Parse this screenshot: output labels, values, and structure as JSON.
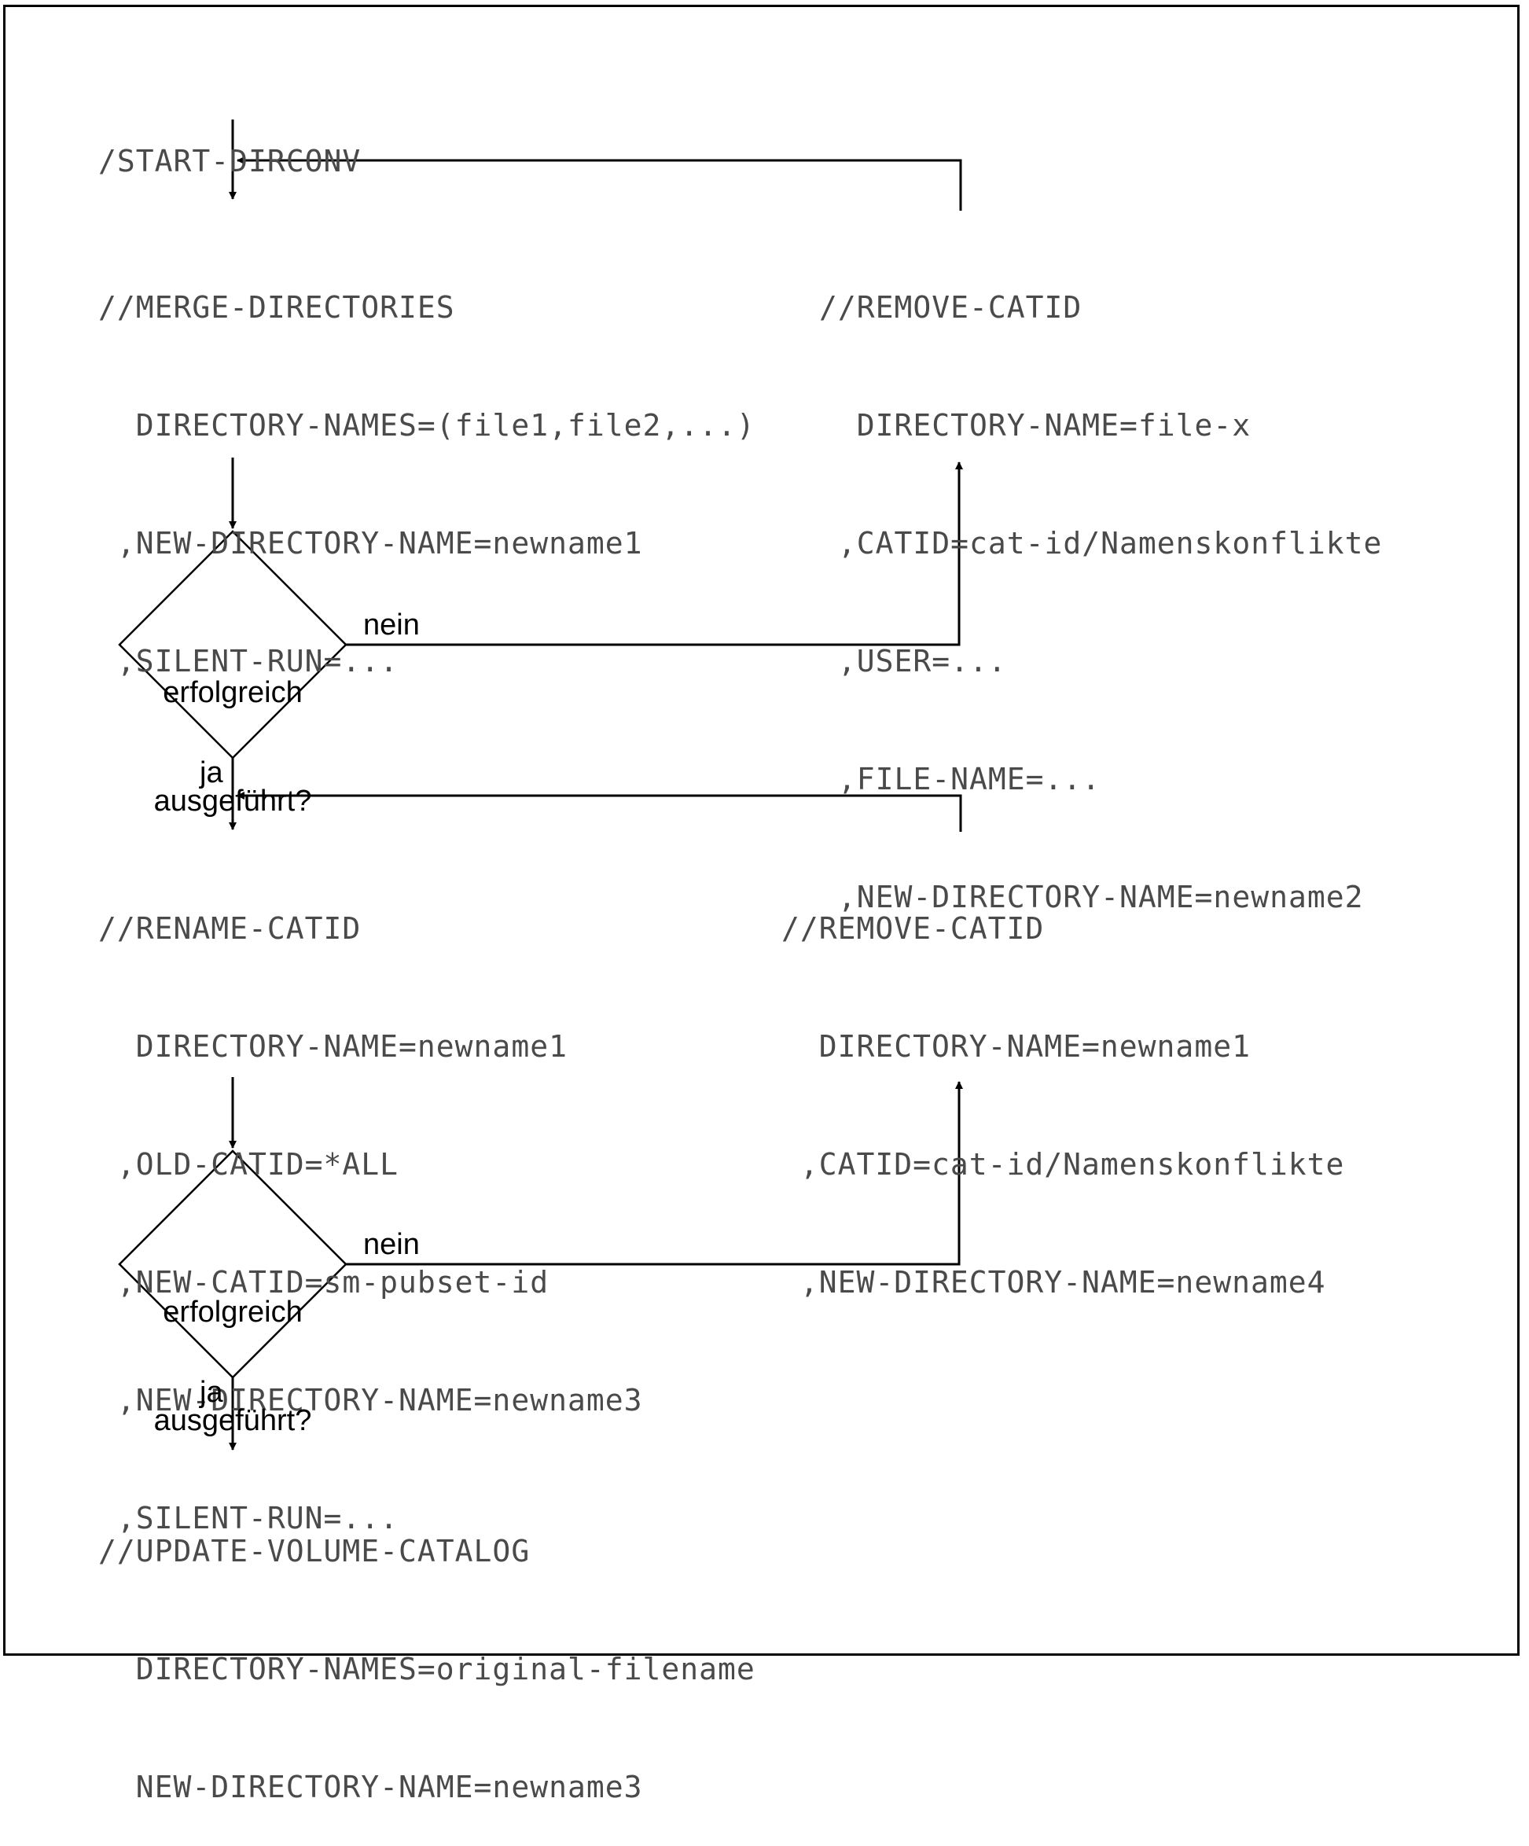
{
  "start": [
    "/START-DIRCONV"
  ],
  "merge": [
    "//MERGE-DIRECTORIES",
    "  DIRECTORY-NAMES=(file1,file2,...)",
    " ,NEW-DIRECTORY-NAME=newname1",
    " ,SILENT-RUN=..."
  ],
  "remove1": [
    "//REMOVE-CATID",
    "  DIRECTORY-NAME=file-x",
    " ,CATID=cat-id/Namenskonflikte",
    " ,USER=...",
    " ,FILE-NAME=...",
    " ,NEW-DIRECTORY-NAME=newname2"
  ],
  "rename": [
    "//RENAME-CATID",
    "  DIRECTORY-NAME=newname1",
    " ,OLD-CATID=*ALL",
    " ,NEW-CATID=sm-pubset-id",
    " ,NEW-DIRECTORY-NAME=newname3",
    " ,SILENT-RUN=..."
  ],
  "remove2": [
    "//REMOVE-CATID",
    "  DIRECTORY-NAME=newname1",
    " ,CATID=cat-id/Namenskonflikte",
    " ,NEW-DIRECTORY-NAME=newname4"
  ],
  "update": [
    "//UPDATE-VOLUME-CATALOG",
    "  DIRECTORY-NAMES=original-filename",
    "  NEW-DIRECTORY-NAME=newname3"
  ],
  "decision1": {
    "line1": "erfolgreich",
    "line2": "ausgeführt?",
    "no": "nein",
    "yes": "ja"
  },
  "decision2": {
    "line1": "erfolgreich",
    "line2": "ausgeführt?",
    "no": "nein",
    "yes": "ja"
  }
}
